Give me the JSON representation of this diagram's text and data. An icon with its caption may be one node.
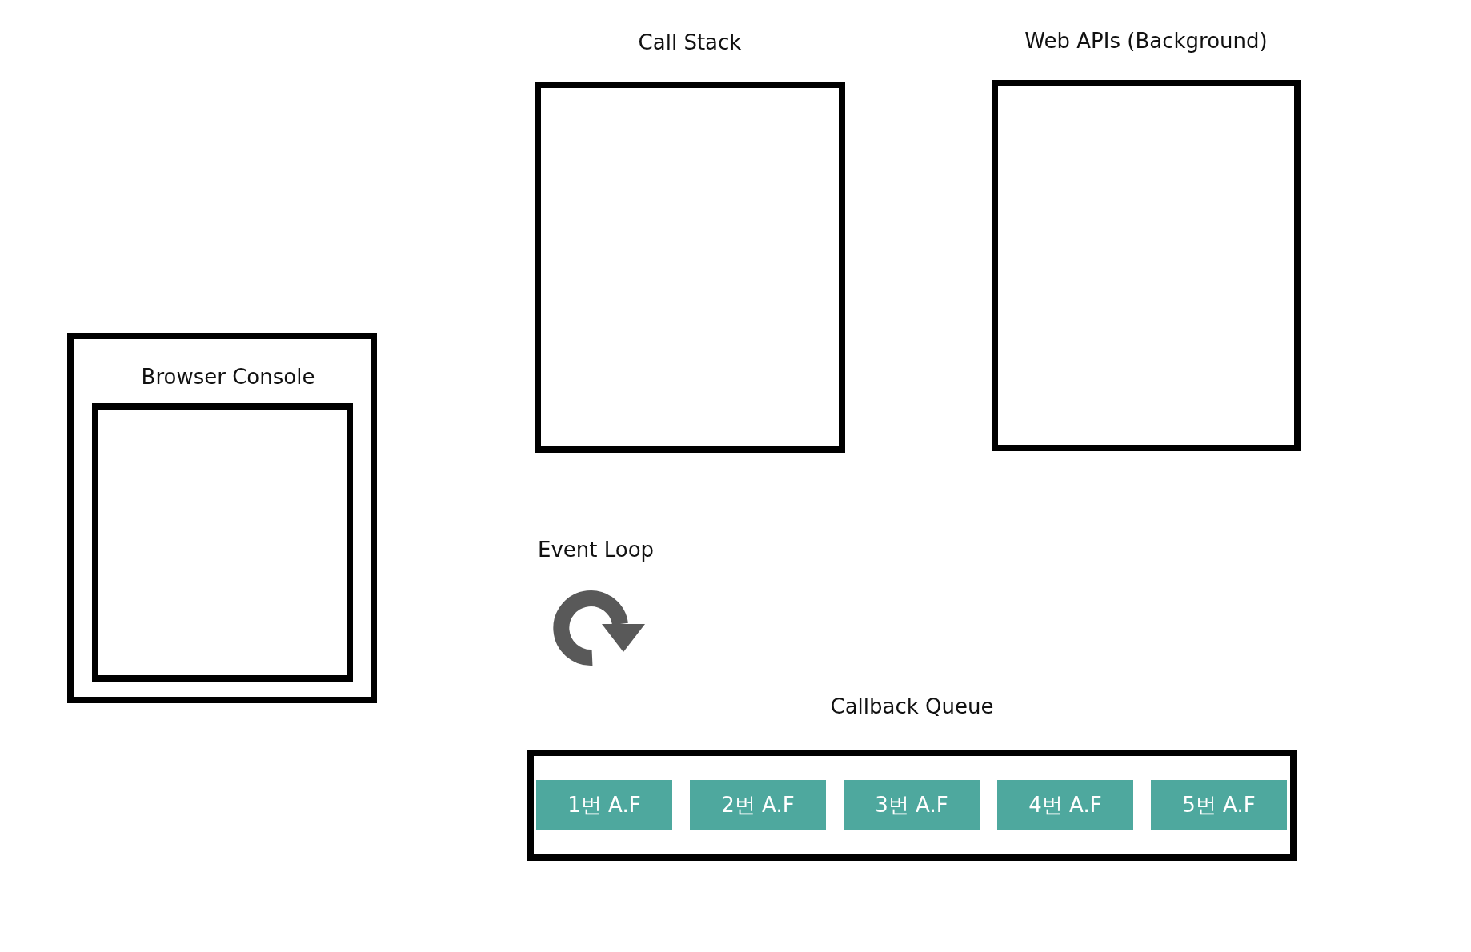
{
  "diagram": {
    "nodes": [
      {
        "text": [
          "Browser Console"
        ]
      },
      {
        "text": [],
        "shape": "box",
        "in": 0
      },
      {
        "text": [
          "Call Stack"
        ]
      },
      {
        "text": [
          "Web APIs (Background)"
        ]
      },
      {
        "text": [
          "Callback Queue"
        ]
      },
      {
        "text": [
          "1번 A.F"
        ],
        "in": 4
      },
      {
        "text": [
          "2번 A.F"
        ],
        "in": 4
      },
      {
        "text": [
          "3번 A.F"
        ],
        "in": 4
      },
      {
        "text": [
          "4번 A.F"
        ],
        "in": 4
      },
      {
        "text": [
          "5번 A.F"
        ],
        "in": 4
      }
    ],
    "edges": [],
    "labels": [
      "Event Loop"
    ]
  }
}
